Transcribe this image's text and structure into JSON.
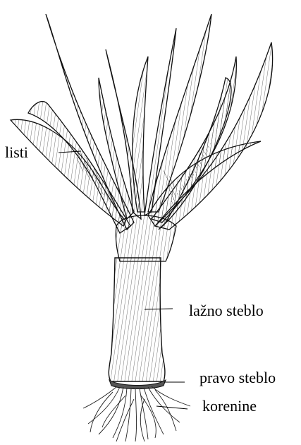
{
  "labels": {
    "leaves": "listi",
    "false_stem": "lažno steblo",
    "true_stem": "pravo steblo",
    "roots": "korenine"
  }
}
